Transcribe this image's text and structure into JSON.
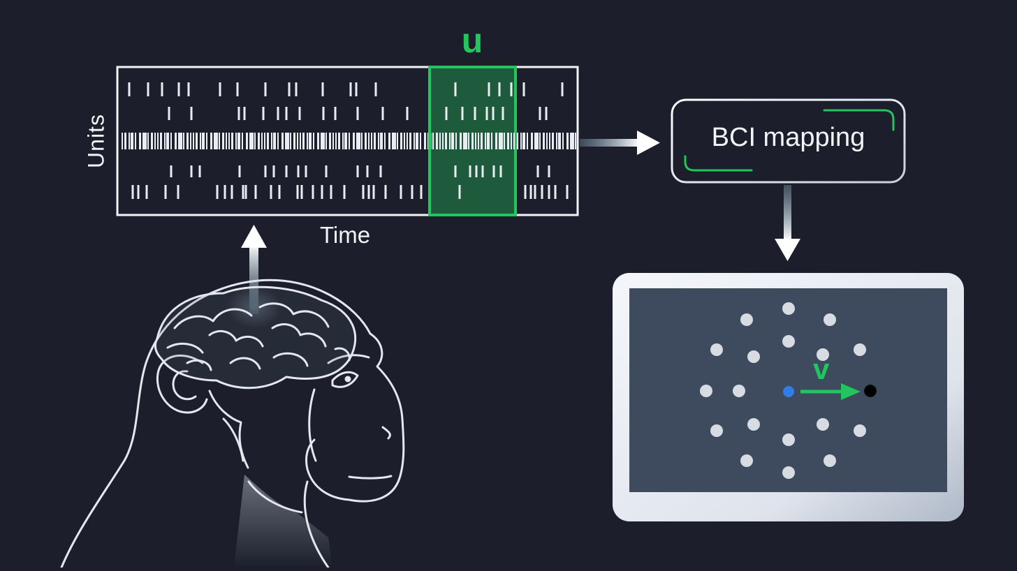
{
  "labels": {
    "u": "u",
    "v": "v",
    "units": "Units",
    "time": "Time",
    "bci_mapping": "BCI mapping"
  },
  "colors": {
    "background": "#1c1f2b",
    "accent_green": "#22c55e",
    "cursor_blue": "#2f7ee6",
    "target_black": "#000000",
    "screen": "#3e4a5d",
    "line": "#e9ecf1"
  },
  "raster": {
    "units": 5,
    "window_highlighted": true
  },
  "task_screen": {
    "targets": 20,
    "cursor": "blue-dot",
    "active_target": "black-dot"
  }
}
